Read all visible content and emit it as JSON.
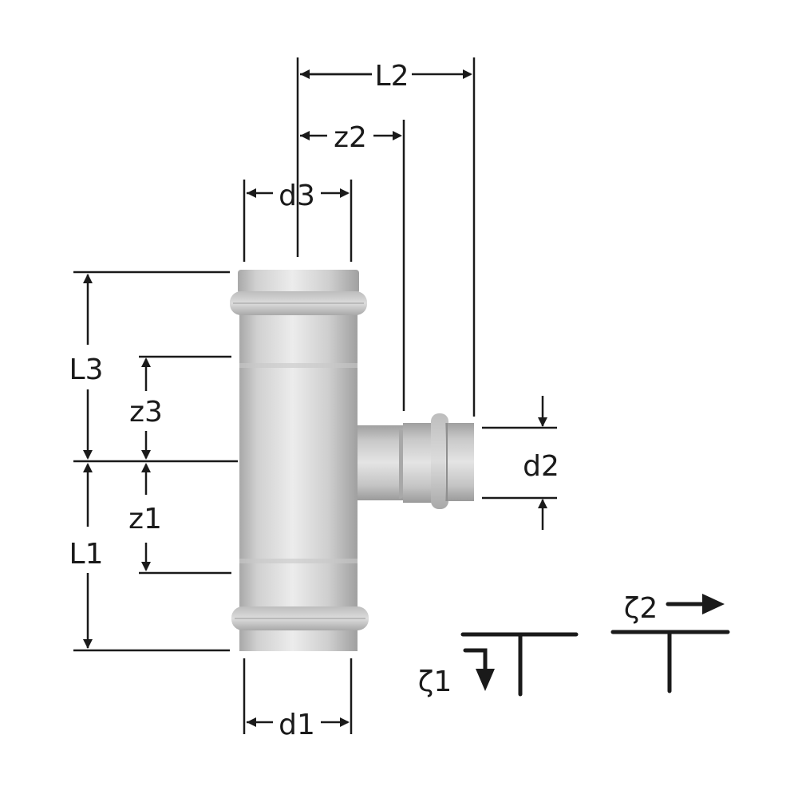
{
  "diagram": {
    "title": "Reducing tee press fitting dimension drawing",
    "labels": {
      "L1": "L1",
      "L2": "L2",
      "L3": "L3",
      "z1": "z1",
      "z2": "z2",
      "z3": "z3",
      "d1": "d1",
      "d2": "d2",
      "d3": "d3",
      "zeta1": "ζ1",
      "zeta2": "ζ2"
    },
    "colors": {
      "line": "#1a1a1a",
      "metal_light": "#e6e6e6",
      "metal_mid": "#c4c4c4",
      "metal_dark": "#9a9a9a"
    }
  }
}
